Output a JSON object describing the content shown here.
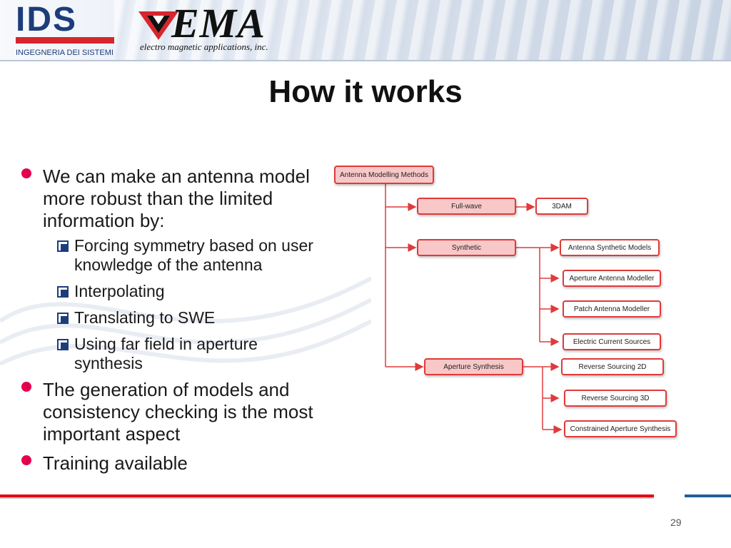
{
  "header": {
    "ids_logo": "IDS",
    "ids_subtitle": "INGEGNERIA DEI SISTEMI",
    "ema_logo": "EMA",
    "ema_subtitle": "electro magnetic applications, inc.",
    "colors": {
      "ids_blue": "#1c3d7a",
      "ids_red": "#d6262c",
      "ema_red": "#d6262c"
    }
  },
  "title": "How it works",
  "bullets": [
    {
      "text": "We can make an antenna model more robust than the limited information by:",
      "sub": [
        "Forcing symmetry based on user knowledge of the antenna",
        "Interpolating",
        "Translating to SWE",
        "Using far field in aperture synthesis"
      ]
    },
    {
      "text": "The generation of models and consistency checking is the most important aspect",
      "sub": []
    },
    {
      "text": "Training available",
      "sub": []
    }
  ],
  "diagram": {
    "root": "Antenna Modelling Methods",
    "full_wave": "Full-wave",
    "full_wave_child": "3DAM",
    "synthetic": "Synthetic",
    "synthetic_children": [
      "Antenna Synthetic Models",
      "Aperture Antenna Modeller",
      "Patch Antenna Modeller",
      "Electric Current Sources"
    ],
    "aperture_synthesis": "Aperture Synthesis",
    "aperture_children": [
      "Reverse Sourcing 2D",
      "Reverse Sourcing 3D",
      "Constrained Aperture Synthesis"
    ],
    "colors": {
      "border": "#e03a3a",
      "fill_pink": "#f8c8c8",
      "line": "#e03a3a"
    }
  },
  "footer": {
    "page_number": "29",
    "accent_red": "#e30613",
    "accent_blue": "#1f5f99"
  }
}
